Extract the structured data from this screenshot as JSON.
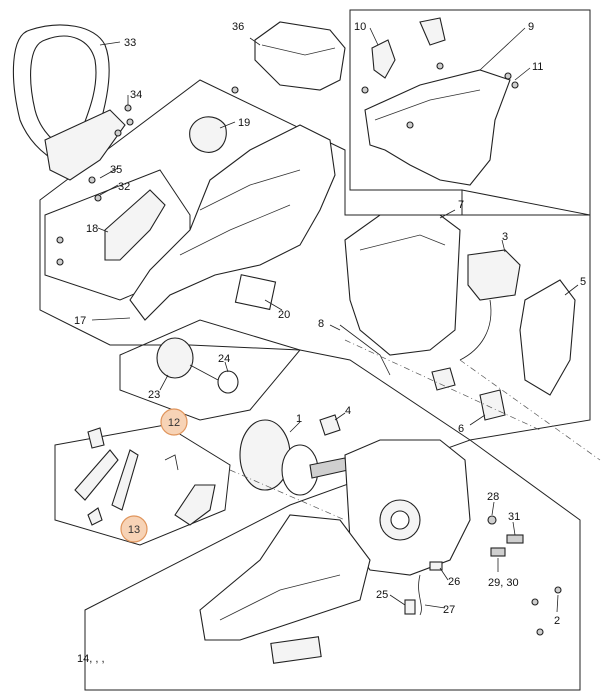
{
  "callouts": {
    "c1": "1",
    "c2": "2",
    "c3": "3",
    "c4": "4",
    "c5": "5",
    "c6": "6",
    "c7": "7",
    "c8": "8",
    "c9": "9",
    "c10": "10",
    "c11": "11",
    "c12": "12",
    "c13": "13",
    "c14": "14, ,  ,",
    "c17": "17",
    "c18": "18",
    "c19": "19",
    "c20": "20",
    "c23": "23",
    "c24": "24",
    "c25": "25",
    "c26": "26",
    "c27": "27",
    "c28": "28",
    "c2930": "29, 30",
    "c31": "31",
    "c32": "32",
    "c33": "33",
    "c34": "34",
    "c35": "35",
    "c36": "36"
  },
  "highlight_color": "#f7d3b6",
  "highlight_stroke": "#e0955c"
}
